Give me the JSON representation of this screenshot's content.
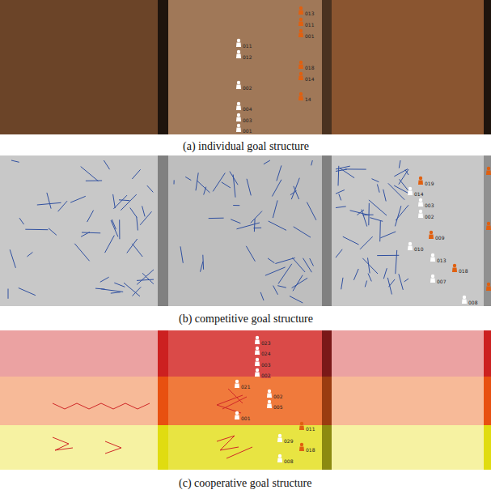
{
  "diagram": {
    "labels": [
      "(a) individual goal structure",
      "013",
      "011",
      "001",
      "018",
      "014",
      "14",
      "011",
      "012",
      "002",
      "004",
      "003",
      "001",
      "(b) competitive goal structure",
      "019",
      "014",
      "003",
      "002",
      "009",
      "010",
      "013",
      "018",
      "007",
      "008",
      "(c) cooperative goal structure",
      "023",
      "024",
      "003",
      "002",
      "021",
      "002",
      "005",
      "001",
      "011",
      "029",
      "018",
      "008"
    ]
  }
}
